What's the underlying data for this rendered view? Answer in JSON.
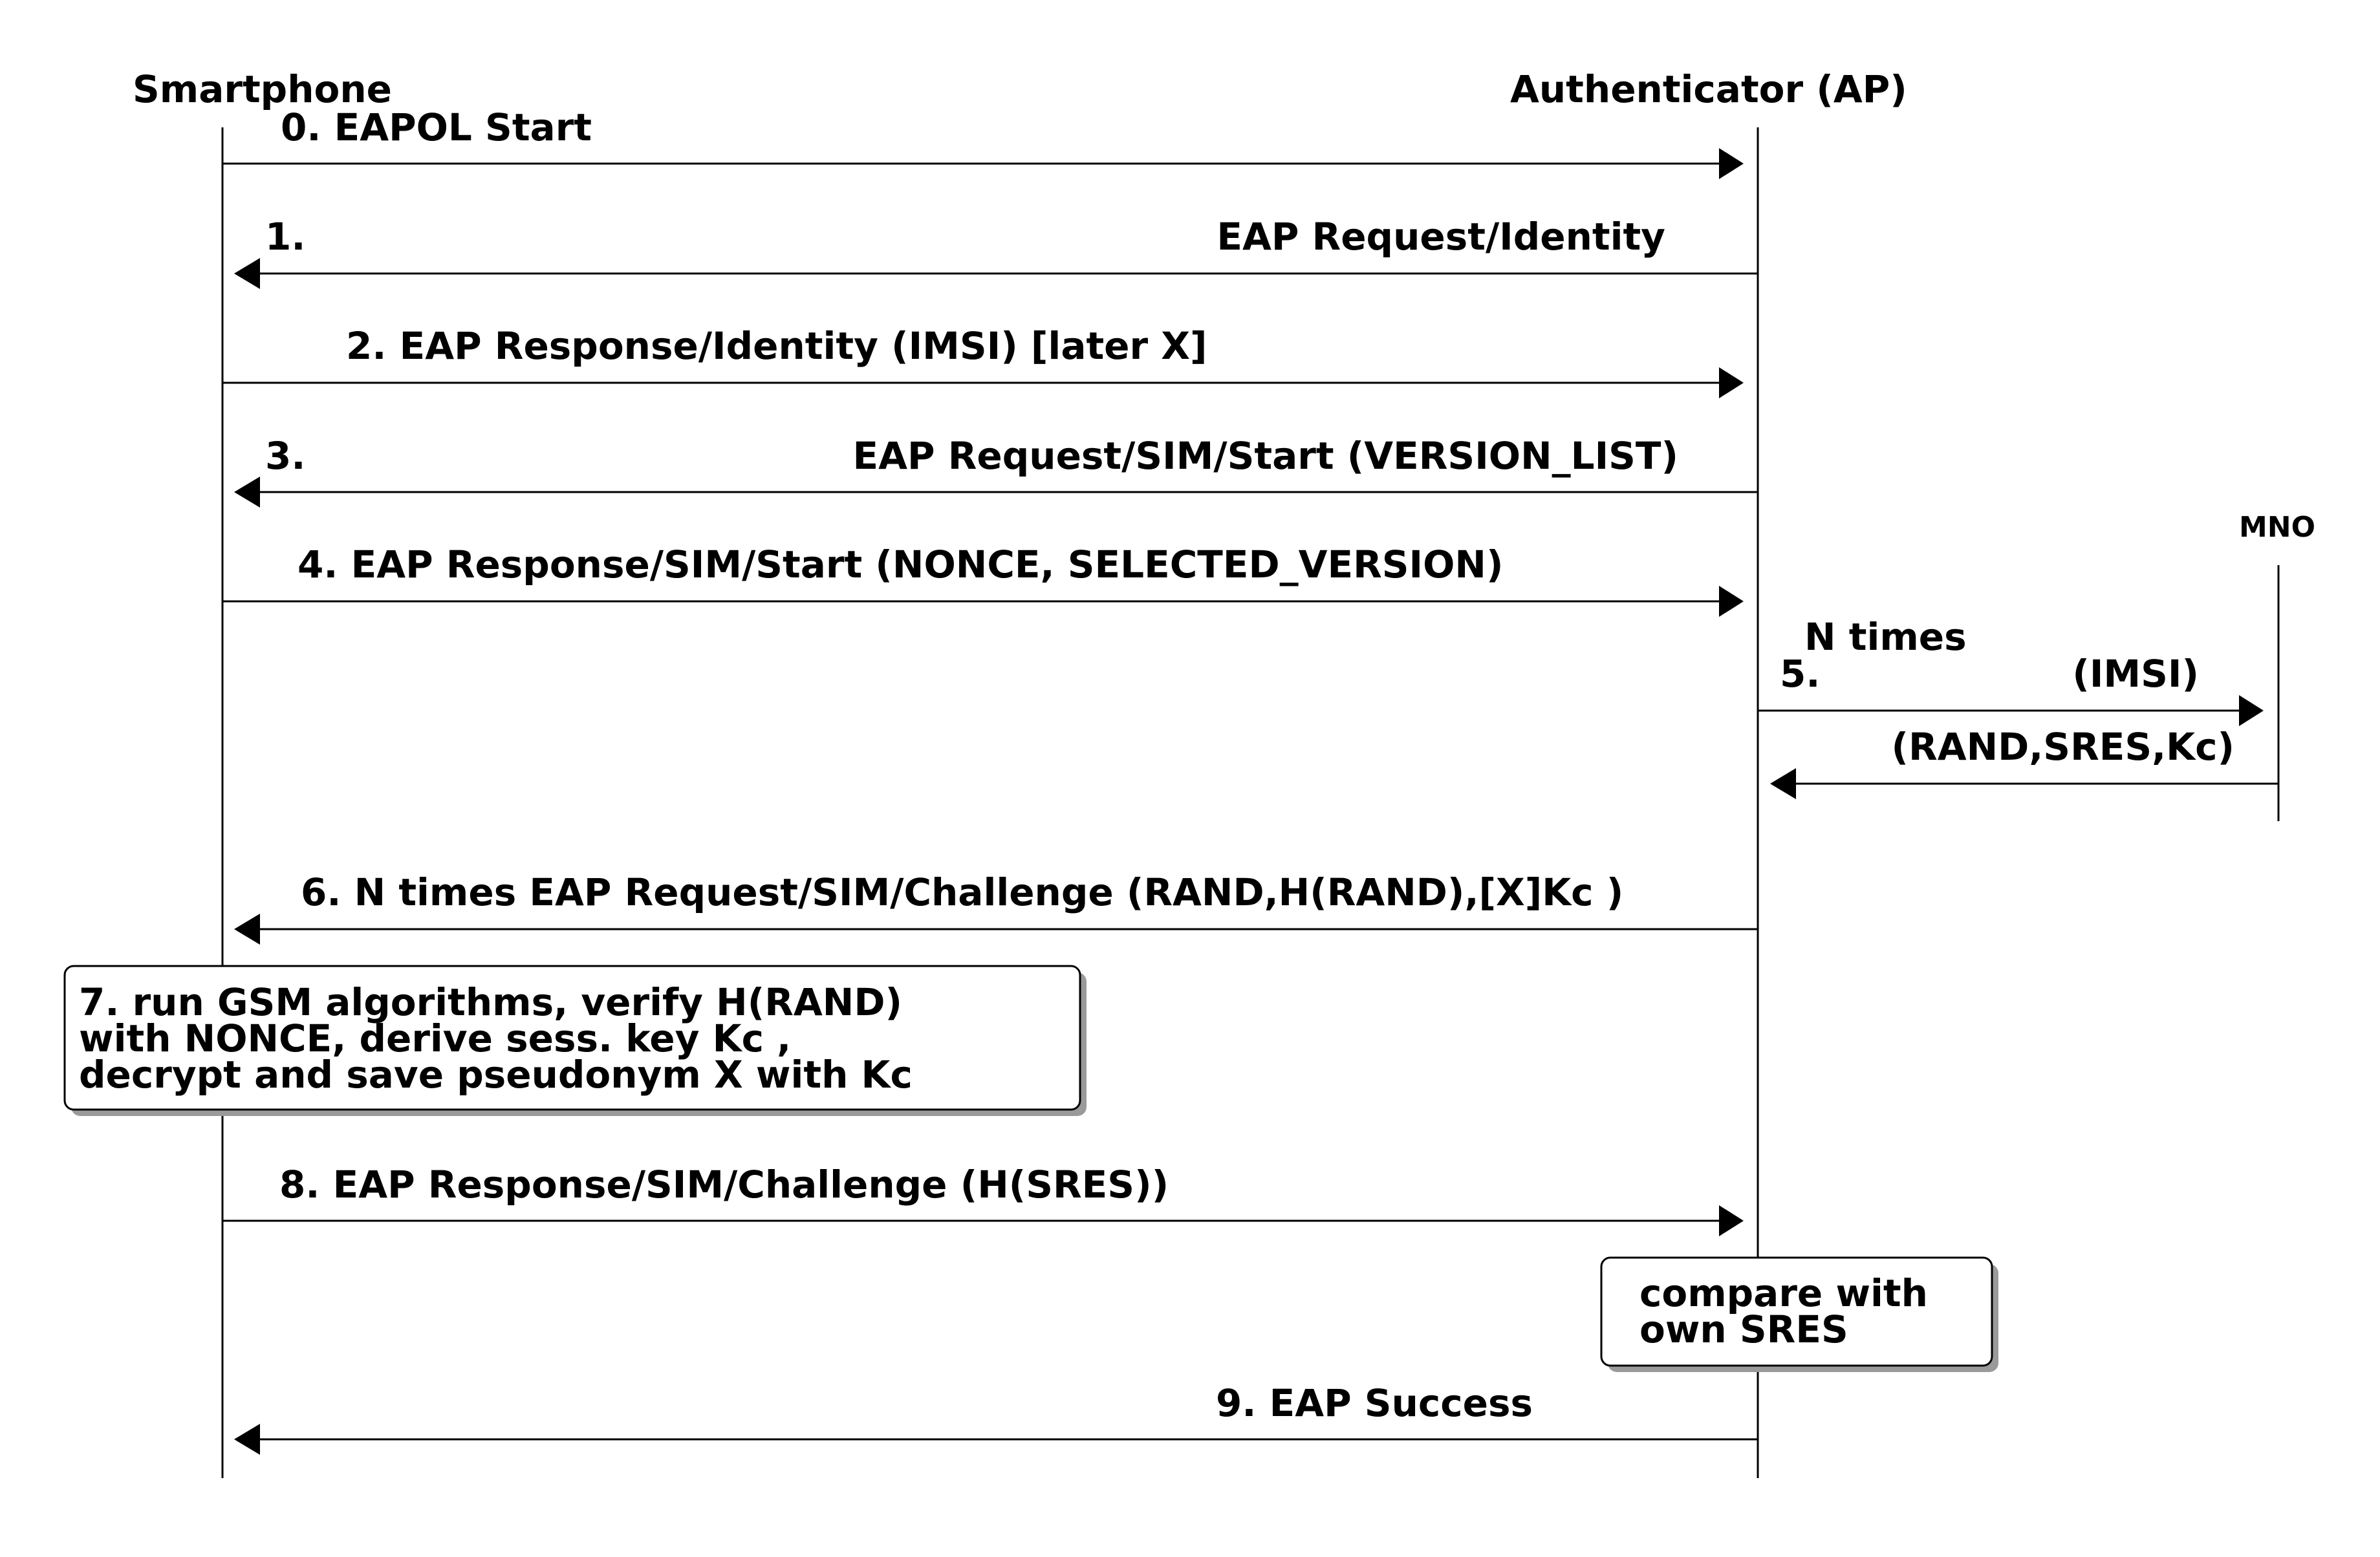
{
  "participants": {
    "smartphone": "Smartphone",
    "authenticator": "Authenticator (AP)",
    "mno": "MNO"
  },
  "messages": {
    "m0": "0. EAPOL Start",
    "m1_num": "1.",
    "m1_text": "EAP Request/Identity",
    "m2": "2. EAP Response/Identity (IMSI) [later X]",
    "m3_num": "3.",
    "m3_text": "EAP Request/SIM/Start (VERSION_LIST)",
    "m4": "4. EAP Response/SIM/Start (NONCE, SELECTED_VERSION)",
    "m5_times": "N times",
    "m5_num": "5.",
    "m5_text": "(IMSI)",
    "m5_reply": "(RAND,SRES,Kc)",
    "m6": "6. N times EAP Request/SIM/Challenge (RAND,H(RAND),[X]Kc )",
    "m8": "8. EAP Response/SIM/Challenge (H(SRES))",
    "m9": "9. EAP Success"
  },
  "notes": {
    "n7": [
      "7. run GSM algorithms, verify H(RAND)",
      "with NONCE, derive sess. key Kc ,",
      "decrypt and save pseudonym X with Kc"
    ],
    "compare": [
      "compare with",
      "own SRES"
    ]
  },
  "colors": {
    "line": "#000000",
    "shadow": "#9a9a9a",
    "background": "#ffffff"
  }
}
